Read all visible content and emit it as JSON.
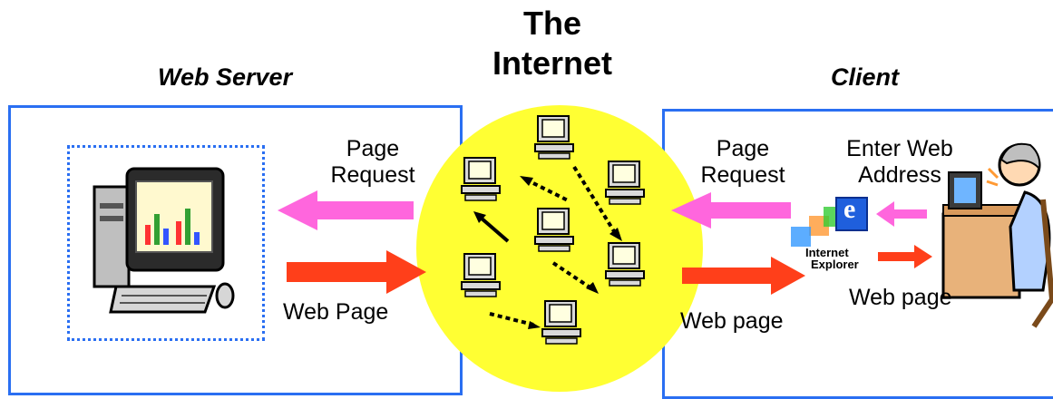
{
  "headings": {
    "web_server": "Web Server",
    "internet_line1": "The",
    "internet_line2": "Internet",
    "client": "Client"
  },
  "labels": {
    "server_page_request_1": "Page",
    "server_page_request_2": "Request",
    "server_web_page": "Web Page",
    "client_page_request_1": "Page",
    "client_page_request_2": "Request",
    "client_web_page": "Web page",
    "enter_web_1": "Enter Web",
    "enter_web_2": "Address",
    "user_web_page": "Web page"
  },
  "browser_logo": {
    "line1": "Internet",
    "line2": "Explorer",
    "letter": "e"
  },
  "colors": {
    "panel_border": "#2a6ff2",
    "internet_fill": "#ffff33",
    "request_arrow": "#ff66dd",
    "response_arrow": "#ff3f1a"
  }
}
